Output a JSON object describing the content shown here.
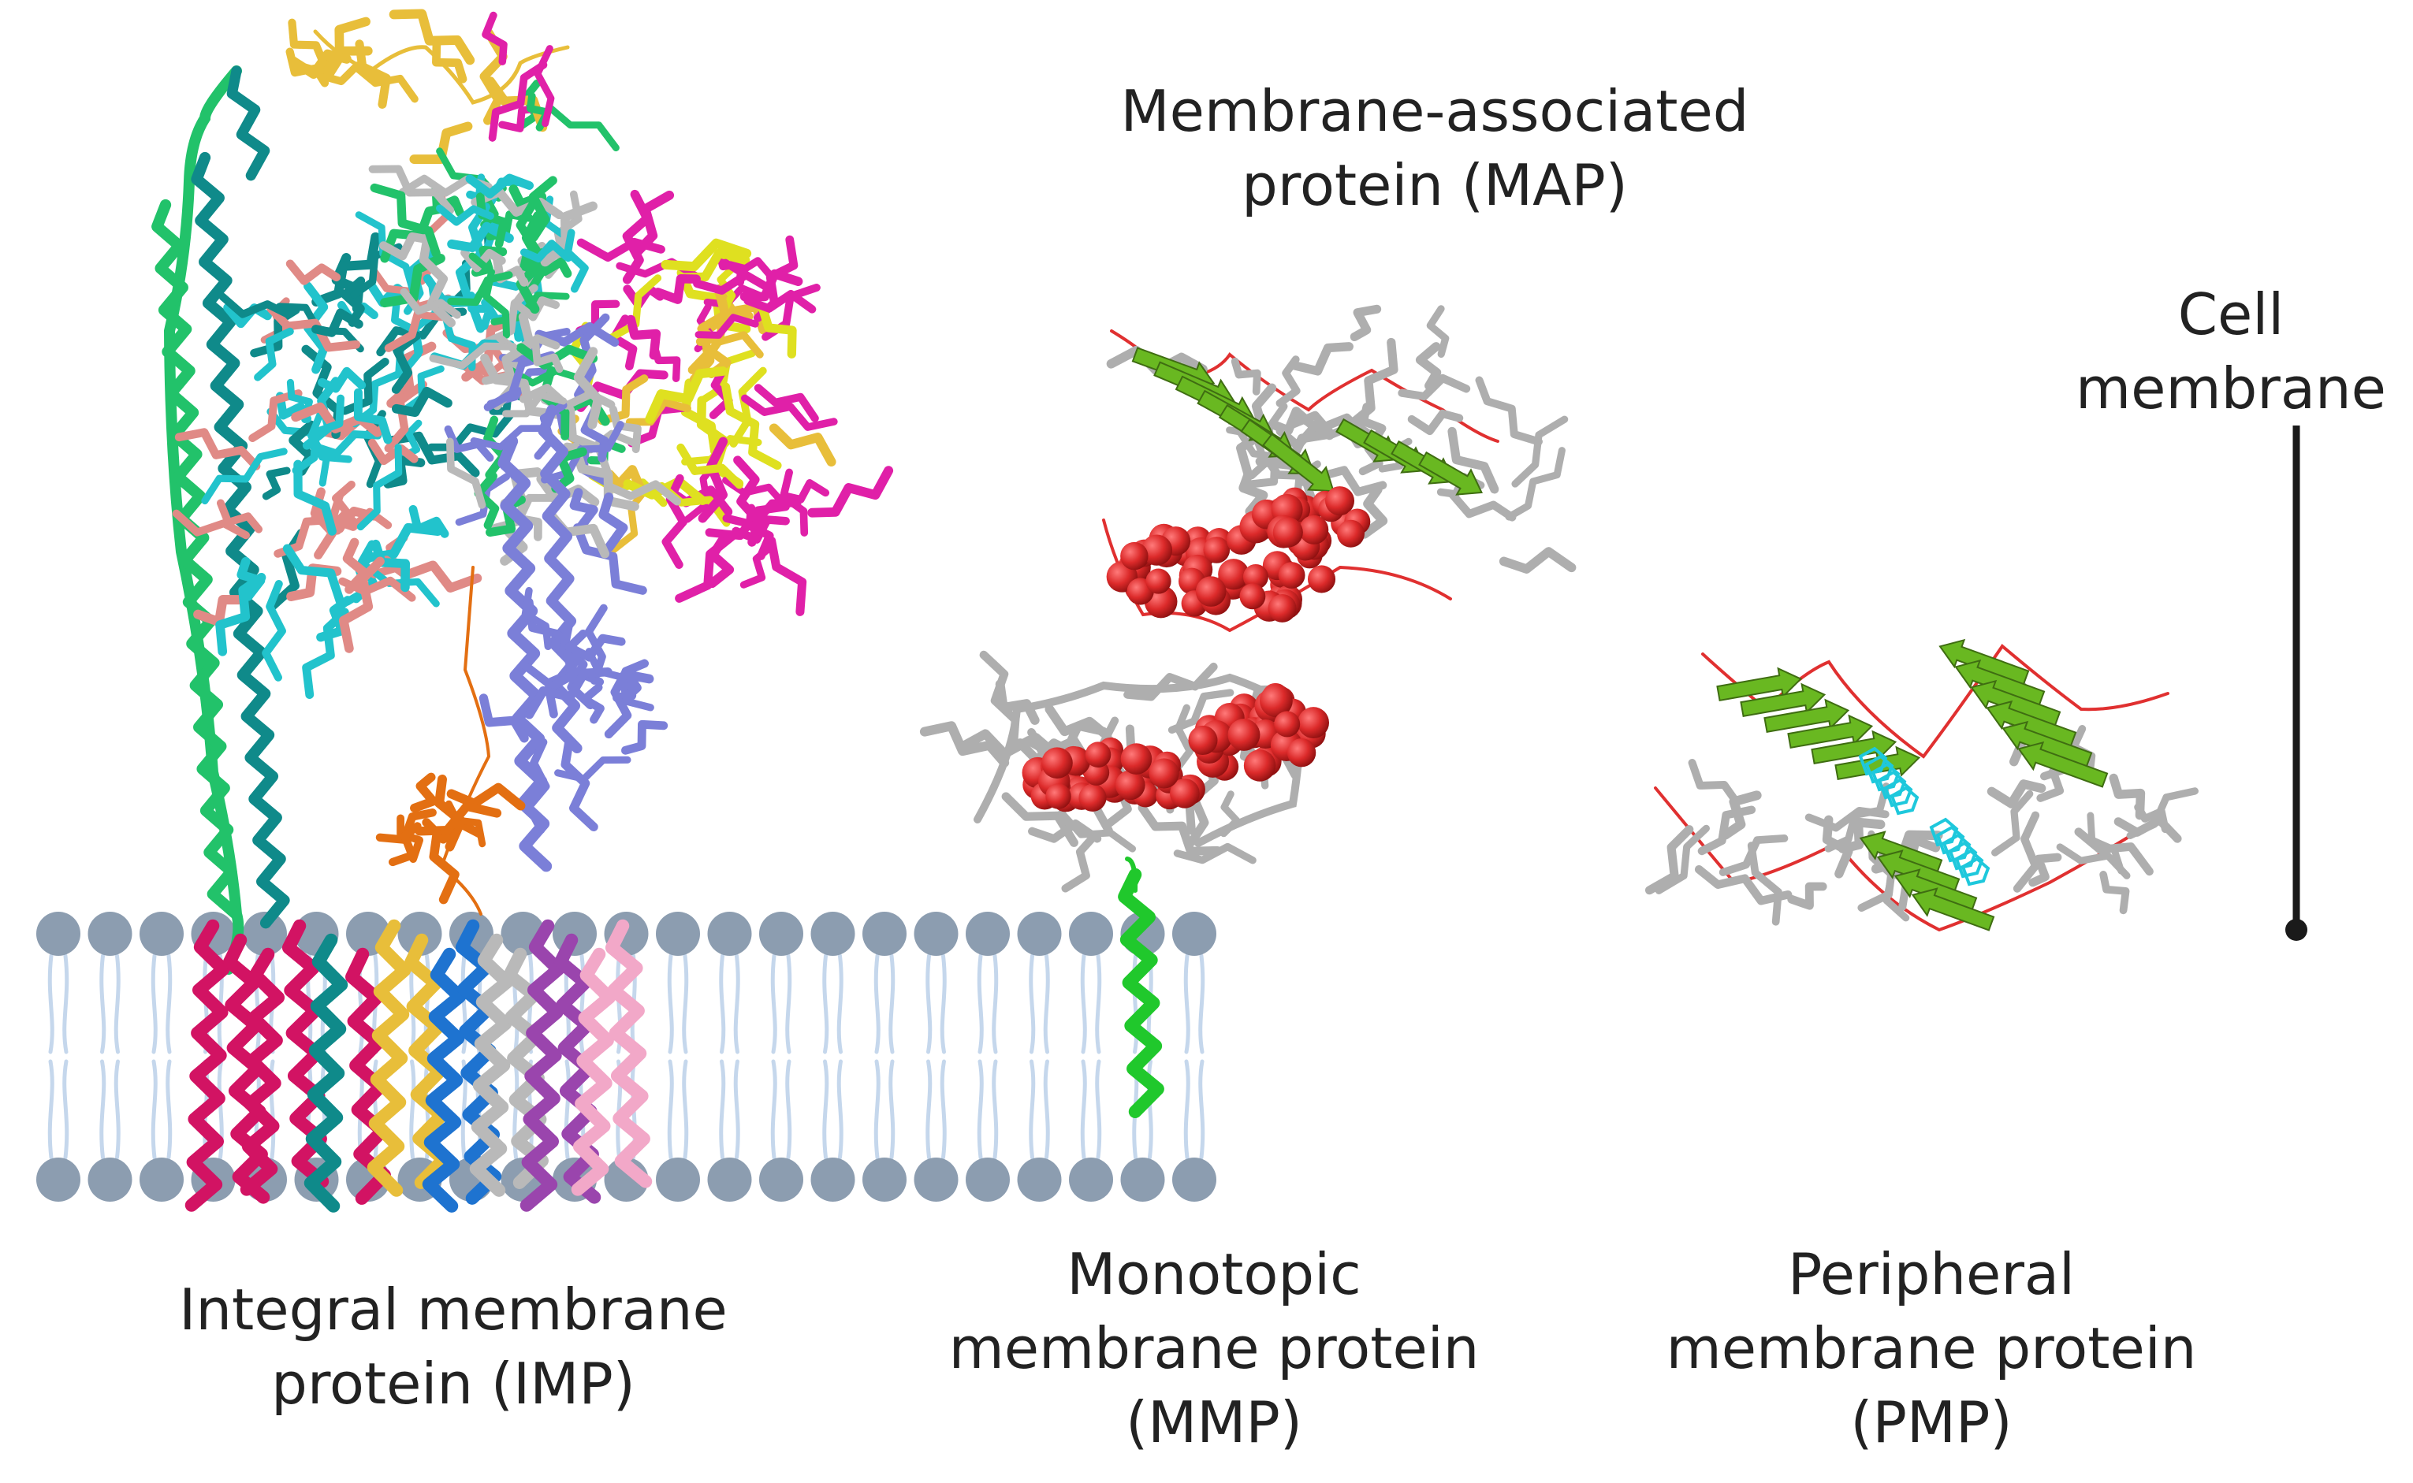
{
  "colors": {
    "lipid_head": "#8c9db0",
    "lipid_tail": "#c5d7ec",
    "pointer": "#1a1a1a",
    "ribbon_teal": "#0f8a8a",
    "ribbon_cyan": "#22c3cc",
    "ribbon_green": "#22c26a",
    "ribbon_gold": "#e8be3a",
    "ribbon_magenta": "#e020a8",
    "ribbon_yellow": "#dfe020",
    "ribbon_silver": "#b9b9b9",
    "ribbon_slate": "#7b7fd8",
    "ribbon_salmon": "#e08a86",
    "ribbon_orange": "#e36f12",
    "ribbon_crimson": "#d21363",
    "ribbon_blue": "#1e73d0",
    "ribbon_purple": "#9a45ad",
    "ribbon_pink": "#f2a8c8",
    "helix_gray": "#aeaeae",
    "sphere_red": "#dc2a2a",
    "strand_lime": "#69b821",
    "tm_green": "#20c82c",
    "ligand_cyan": "#1ec8dc"
  },
  "labels": {
    "map": [
      "Membrane-associated",
      "protein (MAP)"
    ],
    "cell": [
      "Cell",
      "membrane"
    ],
    "imp": [
      "Integral membrane",
      "protein (IMP)"
    ],
    "mmp": [
      "Monotopic",
      "membrane protein",
      "(MMP)"
    ],
    "pmp": [
      "Peripheral",
      "membrane protein",
      "(PMP)"
    ]
  },
  "icons": {
    "membrane": "lipid-bilayer-icon",
    "imp": "integral-membrane-protein-structure-icon",
    "map": "membrane-associated-protein-structure-icon",
    "mmp": "monotopic-protein-structure-icon",
    "pmp": "peripheral-protein-structure-icon"
  }
}
